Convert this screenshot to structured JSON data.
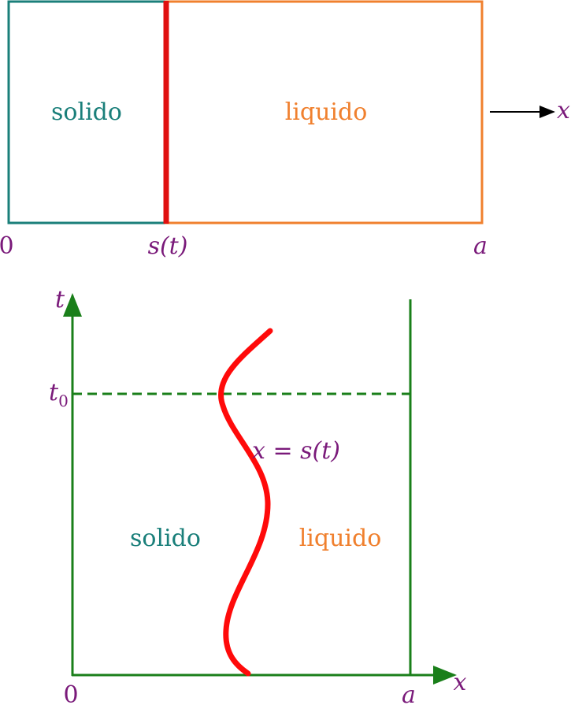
{
  "top": {
    "solid_label": "solido",
    "liquid_label": "liquido",
    "origin_label": "0",
    "interface_label": "s(t)",
    "end_label": "a",
    "axis_label": "x"
  },
  "bottom": {
    "t_axis_label": "t",
    "x_axis_label": "x",
    "t0_label": "t",
    "t0_sub": "0",
    "curve_label": "x = s(t)",
    "solid_label": "solido",
    "liquid_label": "liquido",
    "origin_label": "0",
    "end_label": "a"
  },
  "colors": {
    "solid": "#1a7f7a",
    "liquid": "#f0802e",
    "interface": "#e01010",
    "labels": "#7a1a7a",
    "axes": "#1a7f1a"
  }
}
